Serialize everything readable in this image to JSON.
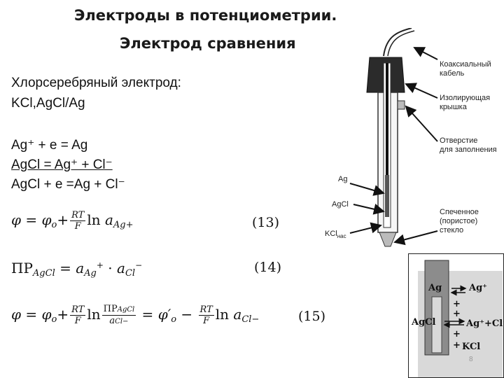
{
  "title": {
    "line1": "Электроды в потенциометрии.",
    "line2": "Электрод сравнения"
  },
  "text": {
    "intro": "Хлорсеребряный электрод:",
    "formula": "KCl,AgCl/Ag",
    "reaction1": "Ag⁺ +  e   =  Ag",
    "reaction2": "AgCl = Ag⁺ + Cl⁻",
    "reaction3": "AgCl + e =Ag + Cl⁻"
  },
  "equations": {
    "eq13": {
      "phi": "φ",
      "eq": " = ",
      "phi0": "φ",
      "phi0_sub": "o",
      "plus": "+",
      "frac_num": "RT",
      "frac_den": "F",
      "ln": "ln",
      "a": "a",
      "a_sub": "Ag+",
      "num": "(13)"
    },
    "eq14": {
      "pr": "ПР",
      "pr_sub": "AgCl",
      "eq": " =  ",
      "a1": "a",
      "a1_sub": "Ag",
      "a1_sup": "+",
      "dot": " · ",
      "a2": "a",
      "a2_sub": "Cl",
      "a2_sup": "−",
      "num": "(14)"
    },
    "eq15": {
      "phi": "φ",
      "eq": " = ",
      "phi0": "φ",
      "phi0_sub": "o",
      "plus": "+",
      "frac_num": "RT",
      "frac_den": "F",
      "ln": "ln",
      "pr_num": "ПР",
      "pr_num_sub": "AgCl",
      "pr_den": "a",
      "pr_den_sub": "Cl−",
      "eq2": " = ",
      "phi0p": "φ′",
      "phi0p_sub": "o",
      "minus": " − ",
      "frac2_num": "RT",
      "frac2_den": "F",
      "ln2": "ln",
      "a": "a",
      "a_sub": "Cl−",
      "num": "(15)"
    }
  },
  "diagram_labels": {
    "coax1": "Коаксиальный",
    "coax2": "кабель",
    "cap1": "Изолирующая",
    "cap2": "крышка",
    "hole1": "Отверстие",
    "hole2": "для заполнения",
    "ag": "Ag",
    "agcl": "AgCl",
    "kcl": "KCl",
    "kcl_sub": "нас",
    "glass1": "Спеченное",
    "glass2": "(пористое)",
    "glass3": "стекло"
  },
  "cell_labels": {
    "ag": "Ag",
    "ag_plus": "Ag⁺",
    "agcl": "AgCl",
    "ag_cl": "Ag⁺+Cl⁻",
    "kcl": "KCl",
    "plus": "+",
    "page": "8"
  }
}
